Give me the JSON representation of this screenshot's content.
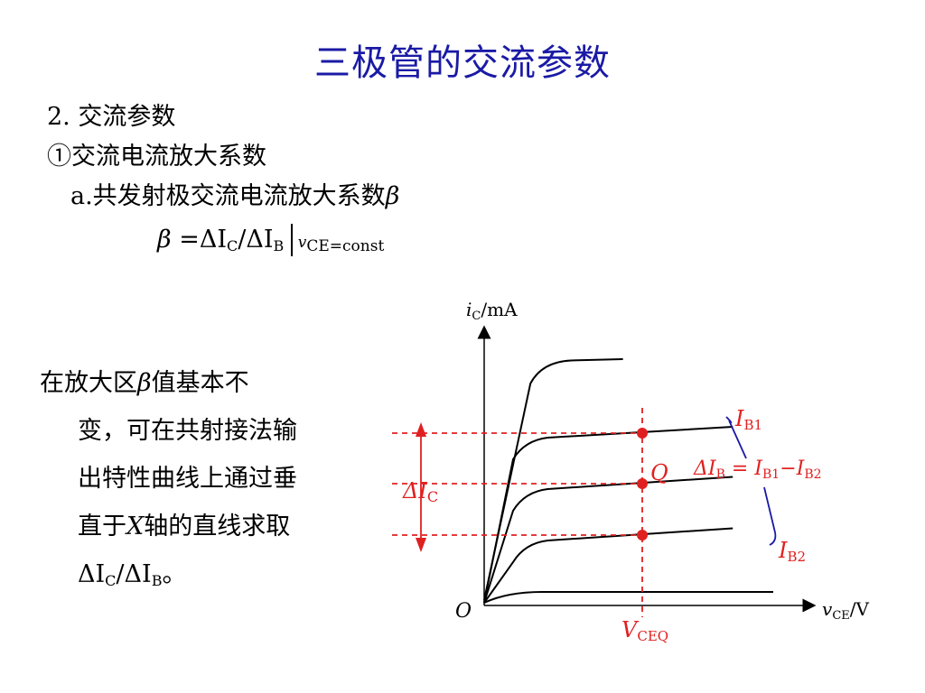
{
  "title": {
    "part1": "三极管的",
    "part2": "交流",
    "part3": "参数"
  },
  "section": "2. 交流参数",
  "item1": "①交流电流放大系数",
  "item_a": {
    "prefix": "a.共发射极交流电流放大系数",
    "beta_symbol": "β"
  },
  "formula": {
    "beta": "β",
    "eq": " =ΔI",
    "c": "C",
    "div": "/ΔI",
    "b": "B",
    "cond_v": "v",
    "cond_ce": "CE",
    "cond_rest": "=const"
  },
  "paragraph": {
    "l1_a": "在放大区",
    "l1_beta": "β",
    "l1_b": "值基本不",
    "l2": "变，可在共射接法输",
    "l3": "出特性曲线上通过垂",
    "l4_a": "直于",
    "l4_x": "X",
    "l4_b": "轴的直线求取",
    "l5_a": "ΔI",
    "l5_c": "C",
    "l5_b": "/ΔI",
    "l5_bb": "B",
    "l5_end": "。"
  },
  "chart_data": {
    "type": "line",
    "title": "",
    "ylabel": "i_C/mA",
    "xlabel": "v_CE/V",
    "origin_label": "O",
    "q_label": "Q",
    "vceq_label": "V_CEQ",
    "ib1_label": "I_B1",
    "ib2_label": "I_B2",
    "delta_ib_label": "ΔI_B = I_B1 − I_B2",
    "delta_ic_label": "ΔI_C",
    "labels": {
      "y_i": "i",
      "y_c": "C",
      "y_unit": "/mA",
      "x_v": "v",
      "x_ce": "CE",
      "x_unit": "/V",
      "origin": "O",
      "q": "Q",
      "vceq_v": "V",
      "vceq_sub": "CEQ",
      "ib1_i": "I",
      "ib1_sub": "B1",
      "ib2_i": "I",
      "ib2_sub": "B2",
      "dib_d": "ΔI",
      "dib_sub": "B",
      "dib_eq": " = I",
      "dib_b1": "B1",
      "dib_minus": "−I",
      "dib_b2": "B2",
      "dic_d": "ΔI",
      "dic_sub": "C"
    },
    "colors": {
      "curve": "#000000",
      "annotation": "#e02020",
      "bracket": "#1a1aa6"
    },
    "series": [
      {
        "level": 4,
        "plateau": 0.9,
        "slope": 0.02,
        "knee": 0.22
      },
      {
        "level": 3,
        "plateau": 0.62,
        "slope": 0.04,
        "knee": 0.22
      },
      {
        "level": 2,
        "plateau": 0.43,
        "slope": 0.045,
        "knee": 0.22
      },
      {
        "level": 1,
        "plateau": 0.24,
        "slope": 0.045,
        "knee": 0.22
      },
      {
        "level": 0,
        "plateau": 0.05,
        "slope": 0.0,
        "knee": 0.2
      }
    ],
    "q_points": [
      {
        "name": "upper",
        "x": 0.5,
        "y": 0.63
      },
      {
        "name": "Q",
        "x": 0.5,
        "y": 0.45
      },
      {
        "name": "lower",
        "x": 0.5,
        "y": 0.26
      }
    ]
  }
}
